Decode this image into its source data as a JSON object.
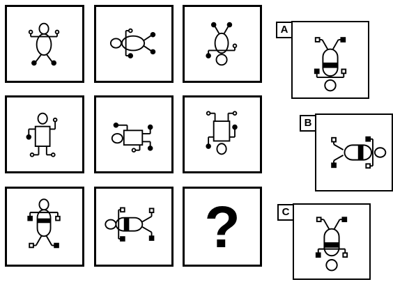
{
  "puzzle": {
    "question_mark": "?",
    "options": [
      {
        "label": "A"
      },
      {
        "label": "B"
      },
      {
        "label": "C"
      }
    ]
  }
}
